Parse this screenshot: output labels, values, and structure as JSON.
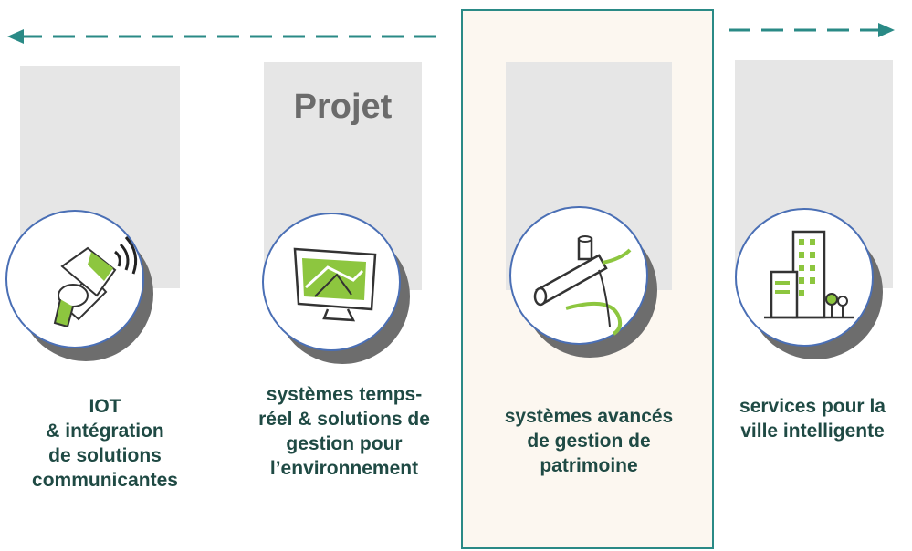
{
  "projet_label": "Projet",
  "colors": {
    "teal": "#2a8a86",
    "accent_green": "#8dc63f",
    "circle_border": "#4a6fb5",
    "label_text": "#1f4a44"
  },
  "stages": [
    {
      "label": "IOT\n& intégration\nde solutions\ncommunicantes",
      "icon": "water-meter-wireless-icon"
    },
    {
      "label": "systèmes temps-\nréel & solutions de\ngestion pour\nl’environnement",
      "icon": "monitor-map-icon"
    },
    {
      "label": "systèmes avancés\nde gestion de\npatrimoine",
      "icon": "pipe-network-icon"
    },
    {
      "label": "services pour la\nville intelligente",
      "icon": "smart-city-building-icon"
    }
  ]
}
